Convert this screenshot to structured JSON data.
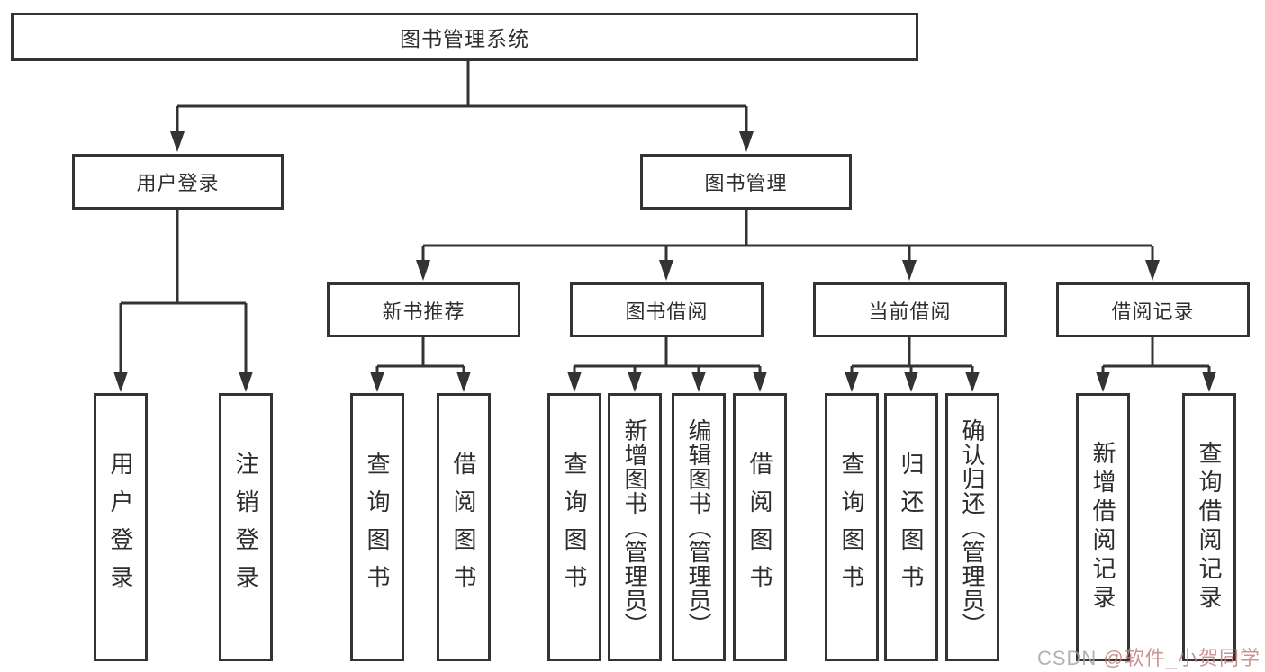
{
  "diagram": {
    "title": "图书管理系统",
    "nodes": {
      "root": "图书管理系统",
      "level2": [
        "用户登录",
        "图书管理"
      ],
      "level3": [
        "新书推荐",
        "图书借阅",
        "当前借阅",
        "借阅记录"
      ],
      "leaves": [
        "用户登录",
        "注销登录",
        "查询图书",
        "借阅图书",
        "查询图书",
        "新增图书（管理员）",
        "编辑图书（管理员）",
        "借阅图书",
        "查询图书",
        "归还图书",
        "确认归还（管理员）",
        "新增借阅记录",
        "查询借阅记录"
      ]
    },
    "colors": {
      "line": "#333333",
      "text": "#2d2d2d",
      "background": "#ffffff",
      "watermark_gray": "#a5a5a5",
      "watermark_red": "#c5817e"
    }
  },
  "watermark": {
    "prefix": "CSDN ",
    "author": "@软件_小贺同学"
  }
}
